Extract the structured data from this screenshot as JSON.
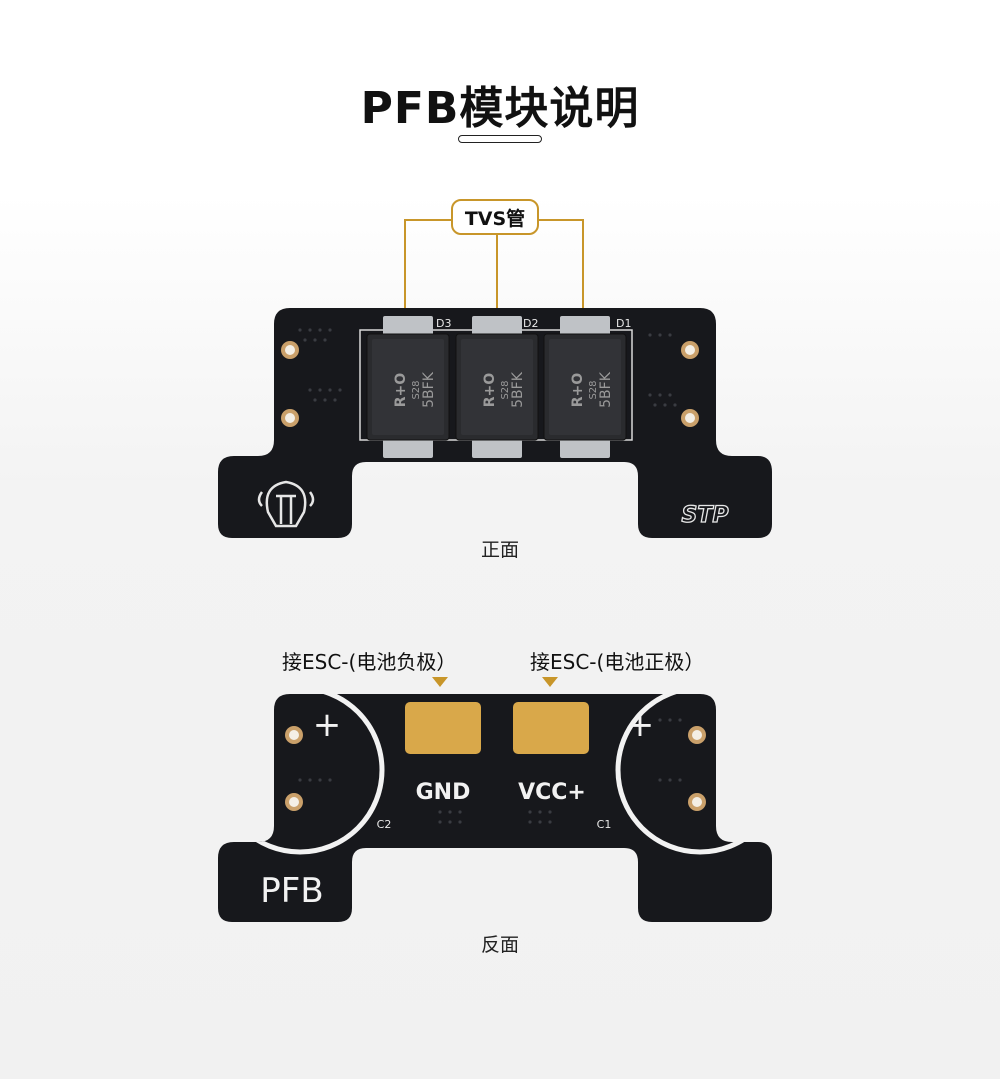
{
  "title": "PFB模块说明",
  "front": {
    "callout": "TVS管",
    "caption": "正面",
    "diode_designators": [
      "D3",
      "D2",
      "D1"
    ],
    "diode_marking_line1": "S28",
    "diode_marking_line2": "5BFK",
    "brand_mark": "STP"
  },
  "back": {
    "caption": "反面",
    "label_left": "接ESC-(电池负极）",
    "label_right": "接ESC-(电池正极）",
    "pad_left": "GND",
    "pad_right": "VCC+",
    "plus_left": "+",
    "plus_right": "+",
    "cap_left": "C2",
    "cap_right": "C1",
    "board_name": "PFB"
  },
  "colors": {
    "board": "#17181c",
    "accent": "#c8962a",
    "pad_gold": "#d9a84a"
  }
}
